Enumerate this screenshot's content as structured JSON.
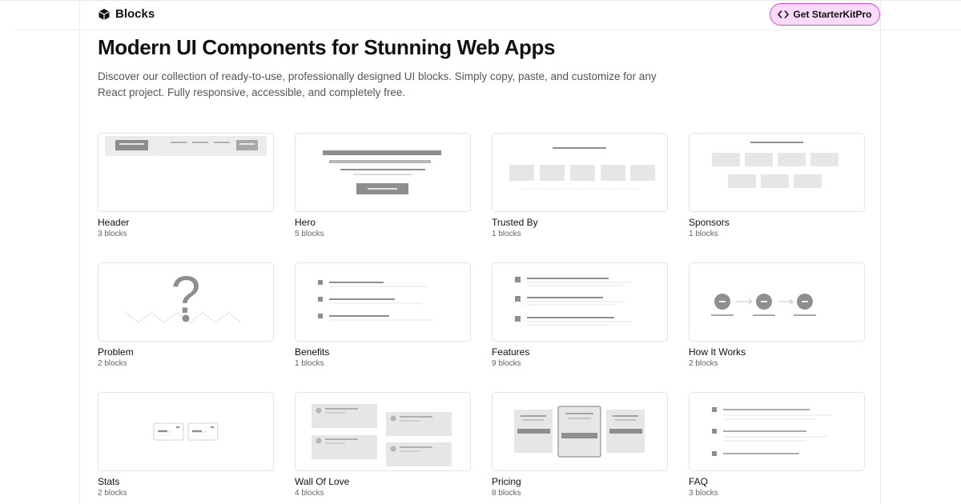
{
  "nav": {
    "brand": "Blocks",
    "cta_label": "Get StarterKitPro"
  },
  "page": {
    "title": "Modern UI Components for Stunning Web Apps",
    "subtitle": "Discover our collection of ready-to-use, professionally designed UI blocks. Simply copy, paste, and customize for any React project. Fully responsive, accessible, and completely free."
  },
  "cards": [
    {
      "title": "Header",
      "count": "3 blocks",
      "preview": "header"
    },
    {
      "title": "Hero",
      "count": "5 blocks",
      "preview": "hero"
    },
    {
      "title": "Trusted By",
      "count": "1 blocks",
      "preview": "trusted"
    },
    {
      "title": "Sponsors",
      "count": "1 blocks",
      "preview": "sponsors"
    },
    {
      "title": "Problem",
      "count": "2 blocks",
      "preview": "problem"
    },
    {
      "title": "Benefits",
      "count": "1 blocks",
      "preview": "benefits"
    },
    {
      "title": "Features",
      "count": "9 blocks",
      "preview": "features"
    },
    {
      "title": "How It Works",
      "count": "2 blocks",
      "preview": "how"
    },
    {
      "title": "Stats",
      "count": "2 blocks",
      "preview": "stats"
    },
    {
      "title": "Wall Of Love",
      "count": "4 blocks",
      "preview": "wall"
    },
    {
      "title": "Pricing",
      "count": "8 blocks",
      "preview": "pricing"
    },
    {
      "title": "FAQ",
      "count": "3 blocks",
      "preview": "faq"
    }
  ],
  "preview_colors": {
    "dark": "#8e8e8e",
    "mid": "#b5b5b5",
    "light": "#e6e6e6",
    "faint": "#ececec",
    "white": "#ffffff"
  }
}
